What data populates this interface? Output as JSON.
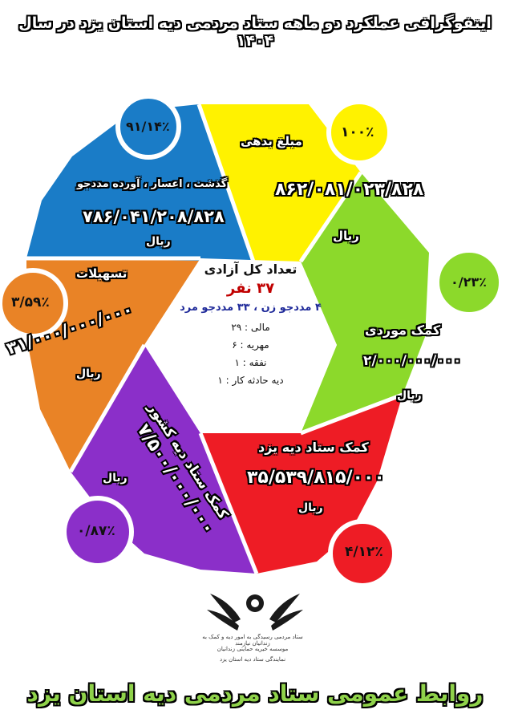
{
  "title": "اینفوگرافی عملکرد دو ماهه ستاد مردمی دیه استان یزد در سال ۱۴۰۴",
  "segments": {
    "bedehi": {
      "label": "مبلغ بدهی",
      "amount": "۸۶۲/۰۸۱/۰۲۳/۸۲۸",
      "unit": "ریال",
      "percent": "۱۰۰٪",
      "color": "#fff200"
    },
    "moredi": {
      "label": "کمک موردی",
      "amount": "۲/۰۰۰/۰۰۰/۰۰۰",
      "unit": "ریال",
      "percent": "۰/۲۳٪",
      "color": "#8cd92b"
    },
    "yazd": {
      "label": "کمک ستاد دیه یزد",
      "amount": "۳۵/۵۳۹/۸۱۵/۰۰۰",
      "unit": "ریال",
      "percent": "۴/۱۲٪",
      "color": "#ee1c25"
    },
    "keshvar": {
      "label": "کمک ستاد دیه کشور",
      "amount": "۷/۵۰۰/۰۰۰/۰۰۰",
      "unit": "ریال",
      "percent": "۰/۸۷٪",
      "color": "#8b2fc9"
    },
    "tashilat": {
      "label": "تسهیلات",
      "amount": "۳۱/۰۰۰/۰۰۰/۰۰۰",
      "unit": "ریال",
      "percent": "۳/۵۹٪",
      "color": "#e98326"
    },
    "gozasht": {
      "label": "گذشت ، اعسار ، آورده مددجو",
      "amount": "۷۸۶/۰۴۱/۲۰۸/۸۲۸",
      "unit": "ریال",
      "percent": "۹۱/۱۴٪",
      "color": "#1a7cc7"
    }
  },
  "center": {
    "heading": "تعداد کل آزادی",
    "count": "۳۷ نفر",
    "gender": "۴ مددجو زن  ،  ۳۳ مددجو مرد",
    "items": [
      "مالی : ۲۹",
      "مهریه : ۶",
      "نفقه : ۱",
      "دیه حادثه کار : ۱"
    ]
  },
  "logo_lines": [
    "ستاد مردمی رسیدگی به امور دیه و کمک به زندانیان نیازمند",
    "موسسه خیریه حمایتی زندانیان",
    "نمایندگی ستاد دیه استان یزد"
  ],
  "footer": "روابط عمومی ستاد مردمی دیه استان یزد"
}
